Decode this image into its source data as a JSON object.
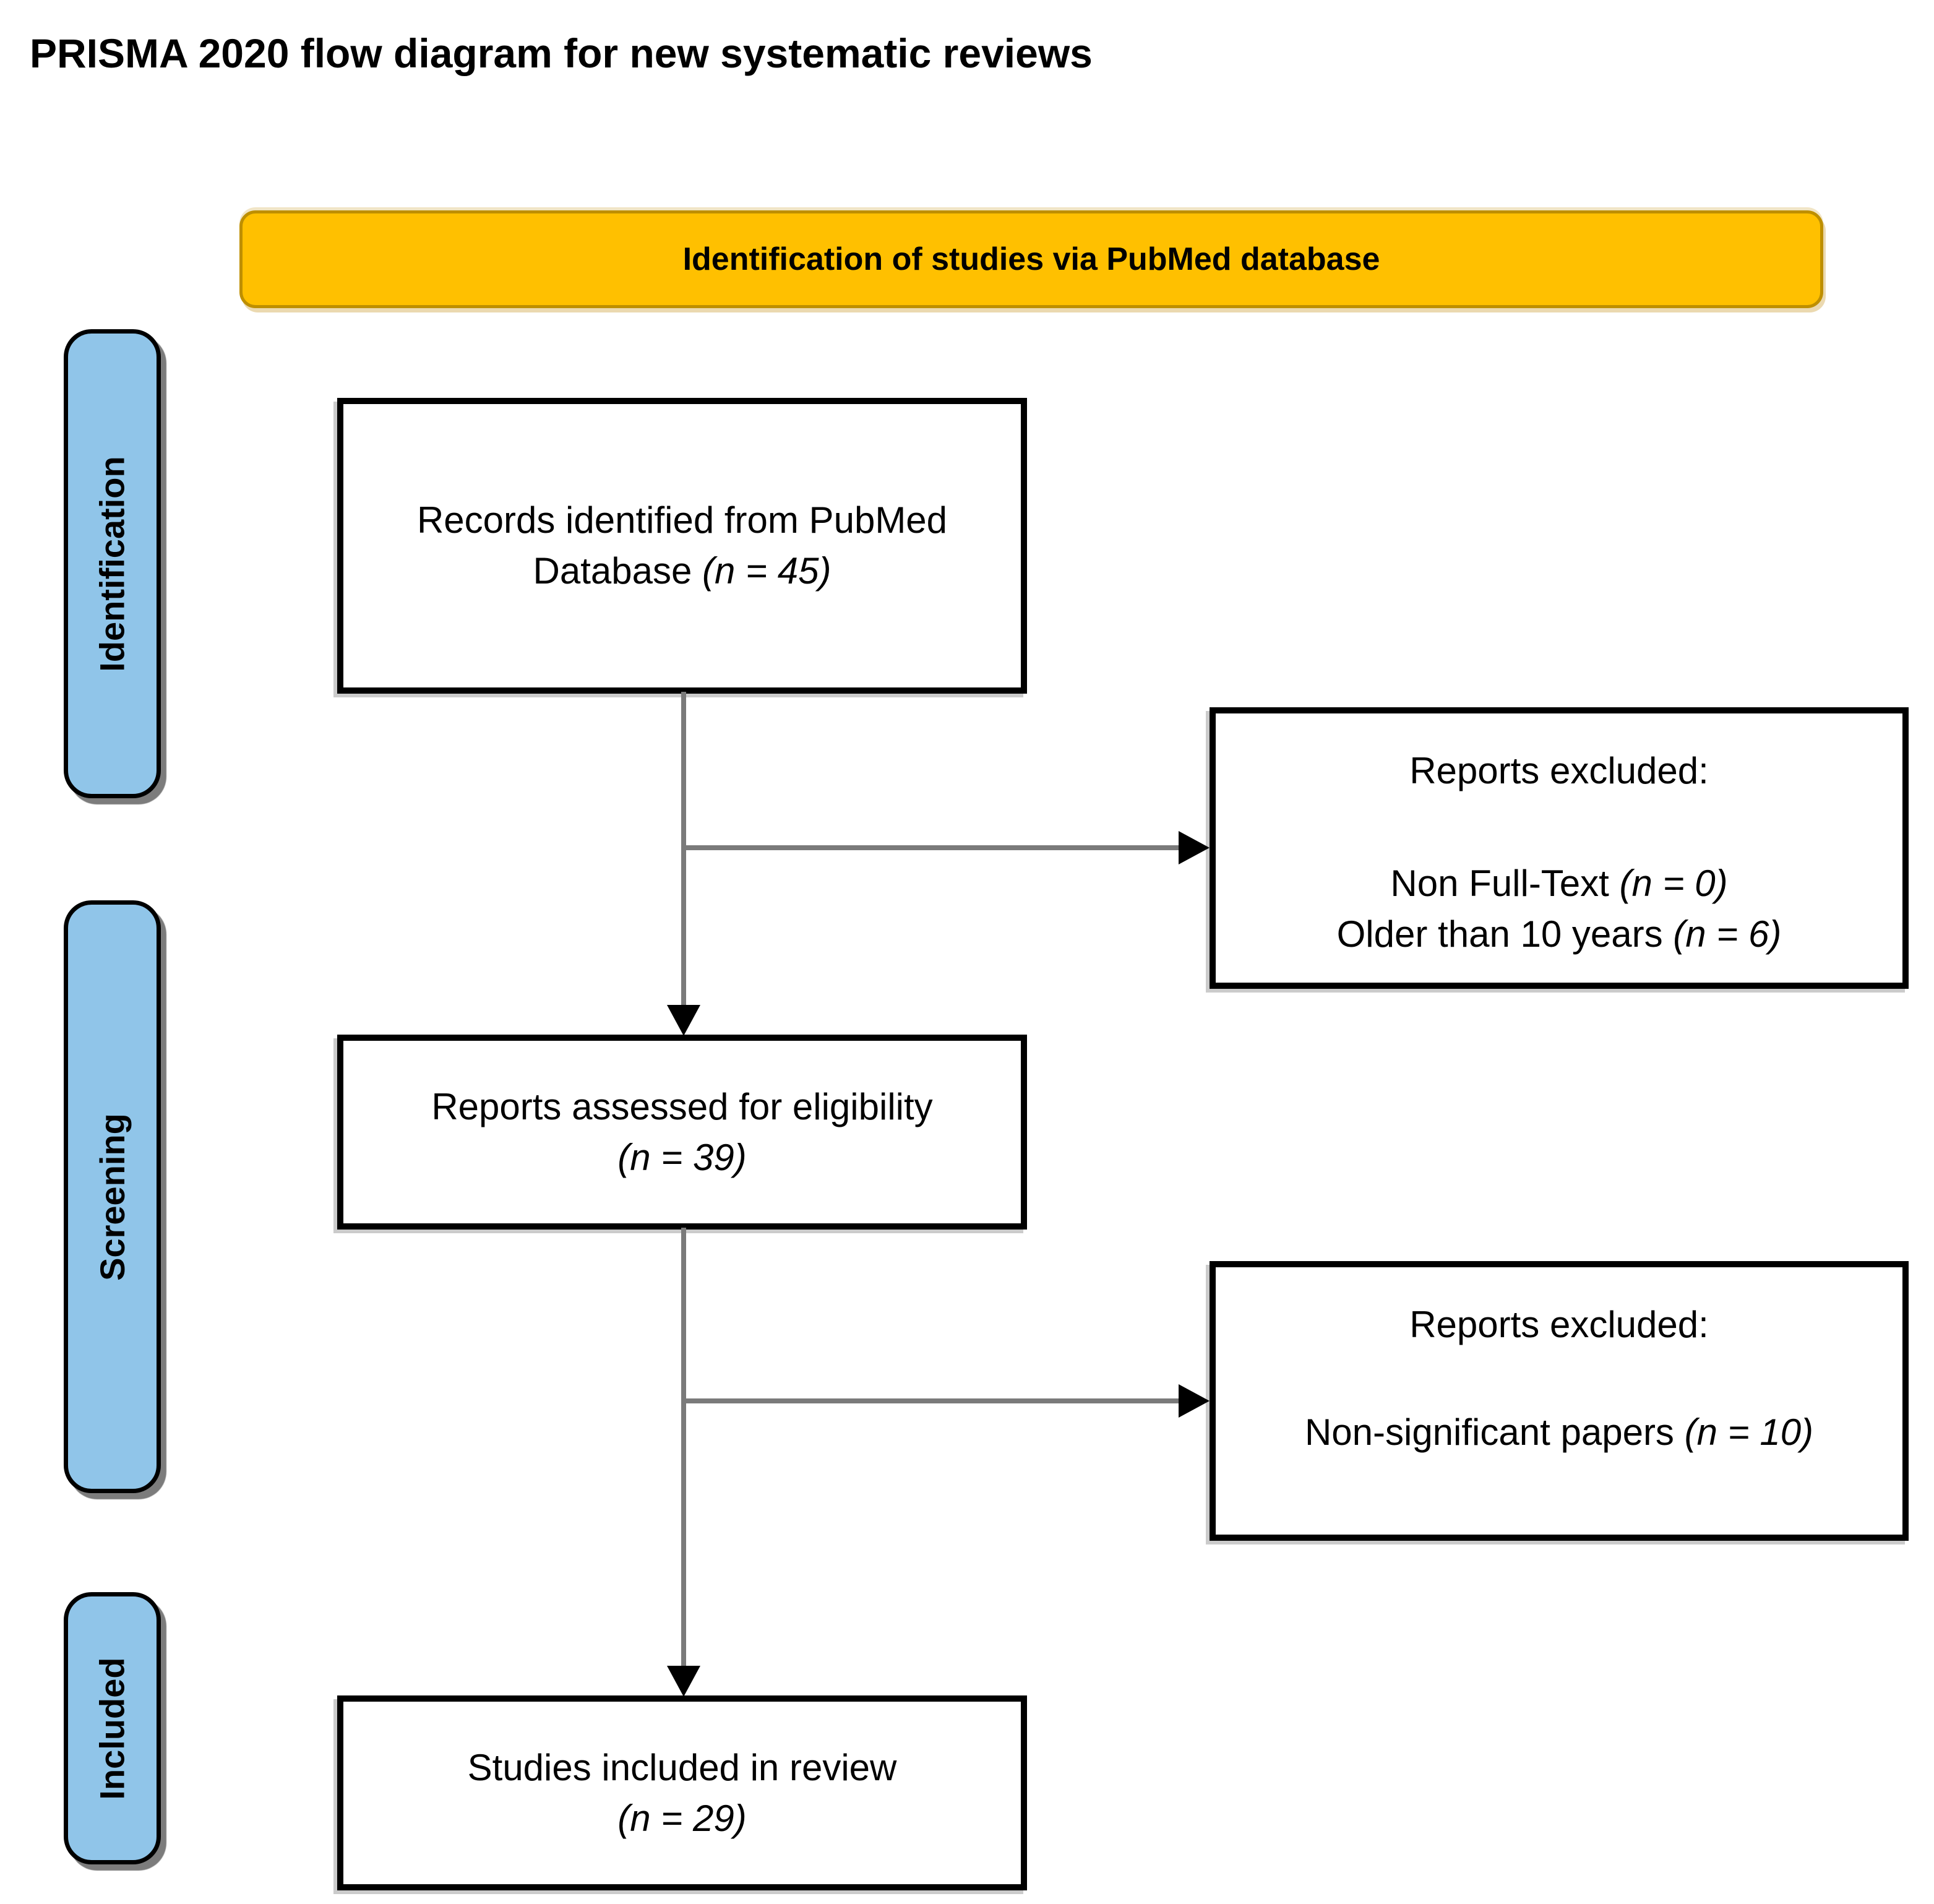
{
  "title": "PRISMA 2020 flow diagram for new systematic reviews",
  "banner": {
    "label": "Identification of studies via PubMed database"
  },
  "sidebar": {
    "stages": [
      {
        "label": "Identification"
      },
      {
        "label": "Screening"
      },
      {
        "label": "Included"
      }
    ]
  },
  "boxes": {
    "records": {
      "line1": "Records identified from PubMed",
      "line2_prefix": "Database ",
      "line2_n": "(n = 45)"
    },
    "excluded1": {
      "heading": "Reports excluded:",
      "items": [
        {
          "prefix": "Non Full-Text ",
          "n": "(n = 0)"
        },
        {
          "prefix": "Older than 10 years ",
          "n": "(n = 6)"
        }
      ]
    },
    "assessed": {
      "line1": "Reports assessed for eligibility",
      "n": "(n = 39)"
    },
    "excluded2": {
      "heading": "Reports excluded:",
      "items": [
        {
          "prefix": "Non-significant papers ",
          "n": "(n = 10)"
        }
      ]
    },
    "included": {
      "line1": "Studies included in review",
      "n": "(n = 29)"
    }
  },
  "colors": {
    "banner_fill": "#FFC000",
    "banner_border": "#BE8F00",
    "tab_fill": "#90C5E9",
    "arrow": "#7A7A7A",
    "box_border": "#000000"
  }
}
